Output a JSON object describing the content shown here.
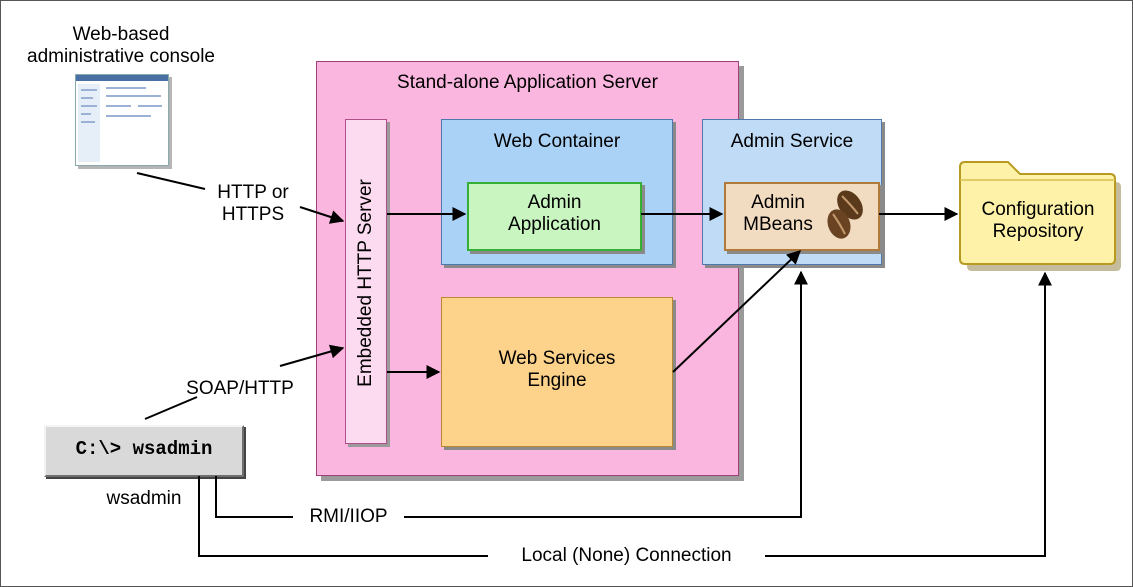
{
  "console": {
    "caption_line1": "Web-based",
    "caption_line2": "administrative console"
  },
  "server": {
    "title": "Stand-alone Application Server"
  },
  "http_server": {
    "label": "Embedded HTTP Server"
  },
  "web_container": {
    "title": "Web Container",
    "admin_app_line1": "Admin",
    "admin_app_line2": "Application"
  },
  "admin_service": {
    "title": "Admin Service",
    "mbeans_line1": "Admin",
    "mbeans_line2": "MBeans"
  },
  "ws_engine": {
    "line1": "Web Services",
    "line2": "Engine"
  },
  "config_repo": {
    "line1": "Configuration",
    "line2": "Repository"
  },
  "connections": {
    "http_line1": "HTTP or",
    "http_line2": "HTTPS",
    "soap": "SOAP/HTTP",
    "rmi": "RMI/IIOP",
    "local": "Local (None) Connection"
  },
  "wsadmin": {
    "prompt": "C:\\> wsadmin",
    "caption": "wsadmin"
  },
  "icons": [
    "coffee-beans-icon",
    "folder-icon",
    "console-thumbnail"
  ]
}
